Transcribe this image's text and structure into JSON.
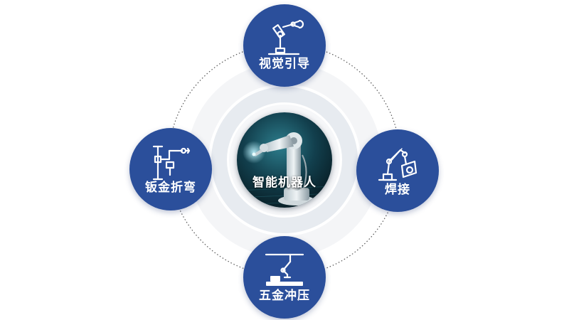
{
  "center": {
    "label": "智能机器人",
    "image": "robot-arm-photo"
  },
  "applications": [
    {
      "label": "视觉引导",
      "icon": "robot-arm-gripper-icon"
    },
    {
      "label": "钣金折弯",
      "icon": "sheet-metal-bending-robot-icon"
    },
    {
      "label": "焊接",
      "icon": "welding-robot-icon"
    },
    {
      "label": "五金冲压",
      "icon": "stamping-gantry-robot-icon"
    }
  ],
  "colors": {
    "node_fill": "#2b4f9b",
    "node_text": "#ffffff",
    "ring_dotted": "#555555",
    "ring_halo": "#e9edf2",
    "center_bg": "#0d2f3a"
  }
}
